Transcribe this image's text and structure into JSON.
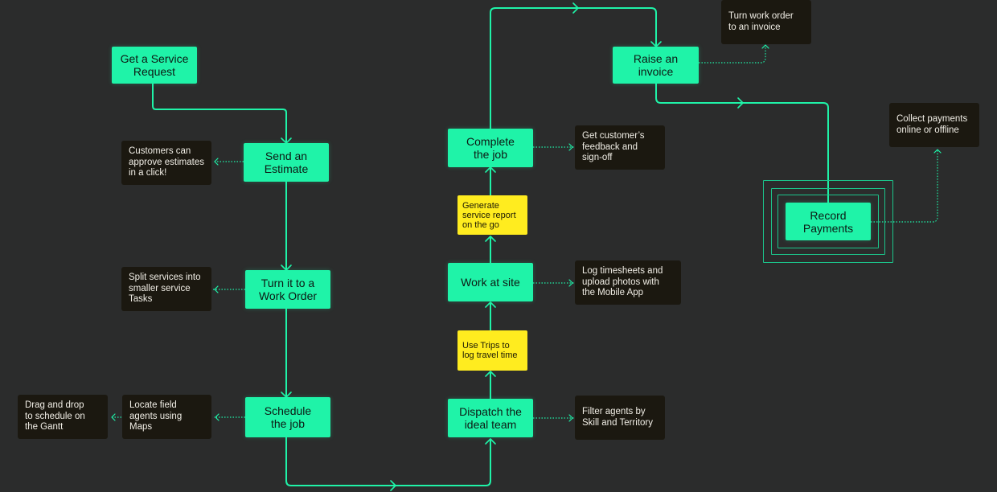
{
  "colors": {
    "background": "#2b2c2c",
    "step_fill": "#1ff3a8",
    "note_fill": "#1b1810",
    "tip_fill": "#ffec1f",
    "connector": "#1ff3a8"
  },
  "steps": {
    "get_request": "Get a Service\nRequest",
    "send_estimate": "Send an\nEstimate",
    "work_order": "Turn it to a\nWork Order",
    "schedule": "Schedule\nthe job",
    "dispatch": "Dispatch the\nideal team",
    "work_at_site": "Work at site",
    "complete_job": "Complete\nthe job",
    "raise_invoice": "Raise an\ninvoice",
    "record_payments": "Record\nPayments"
  },
  "notes": {
    "approve_estimates": "Customers can\napprove estimates\nin a click!",
    "split_services": "Split services into\nsmaller service\nTasks",
    "locate_agents": "Locate field\nagents using\nMaps",
    "drag_drop": "Drag and drop\nto schedule on\nthe Gantt",
    "filter_agents": "Filter agents by\nSkill and Territory",
    "log_timesheets": "Log timesheets and\nupload photos with\nthe Mobile App",
    "feedback": "Get customer’s\nfeedback and\nsign-off",
    "turn_invoice": "Turn work order\nto an invoice",
    "collect_payments": "Collect payments\nonline or offline"
  },
  "tips": {
    "trips": "Use Trips to\nlog travel time",
    "service_report": "Generate\nservice report\non the go"
  }
}
